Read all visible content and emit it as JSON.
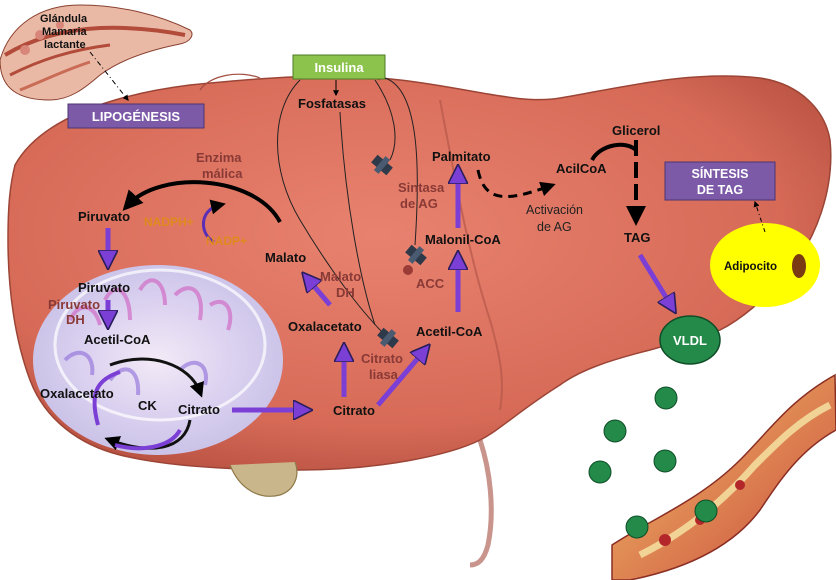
{
  "labels": {
    "glandula": "Glándula",
    "mamaria": "Mamaria",
    "lactante": "lactante",
    "lipogenesis": "LIPOGÉNESIS",
    "insulina": "Insulina",
    "fosfatasas": "Fosfatasas",
    "enzima": "Enzima",
    "malica": "málica",
    "nadph": "NADPH+",
    "nadp": "NADP+",
    "piruvato1": "Piruvato",
    "piruvato2": "Piruvato",
    "piruvato_dh_1": "Piruvato",
    "piruvato_dh_2": "DH",
    "acetil_coa_mito": "Acetil-CoA",
    "oxalacetato_mito": "Oxalacetato",
    "ck": "CK",
    "citrato_mito": "Citrato",
    "malato": "Malato",
    "malato_dh_1": "Malato",
    "malato_dh_2": "DH",
    "oxalacetato_cyto": "Oxalacetato",
    "citrato_cyto": "Citrato",
    "citrato_liasa_1": "Citrato",
    "citrato_liasa_2": "liasa",
    "acetil_coa_cyto": "Acetil-CoA",
    "malonil_coa": "Malonil-CoA",
    "acc": "ACC",
    "sintasa_1": "Sintasa",
    "sintasa_2": "de AG",
    "palmitato": "Palmitato",
    "activacion_1": "Activación",
    "activacion_2": "de AG",
    "acilcoa": "AcilCoA",
    "glicerol": "Glicerol",
    "tag": "TAG",
    "sintesis_1": "SÍNTESIS",
    "sintesis_2": "DE TAG",
    "adipocito": "Adipocito",
    "vldl": "VLDL"
  }
}
